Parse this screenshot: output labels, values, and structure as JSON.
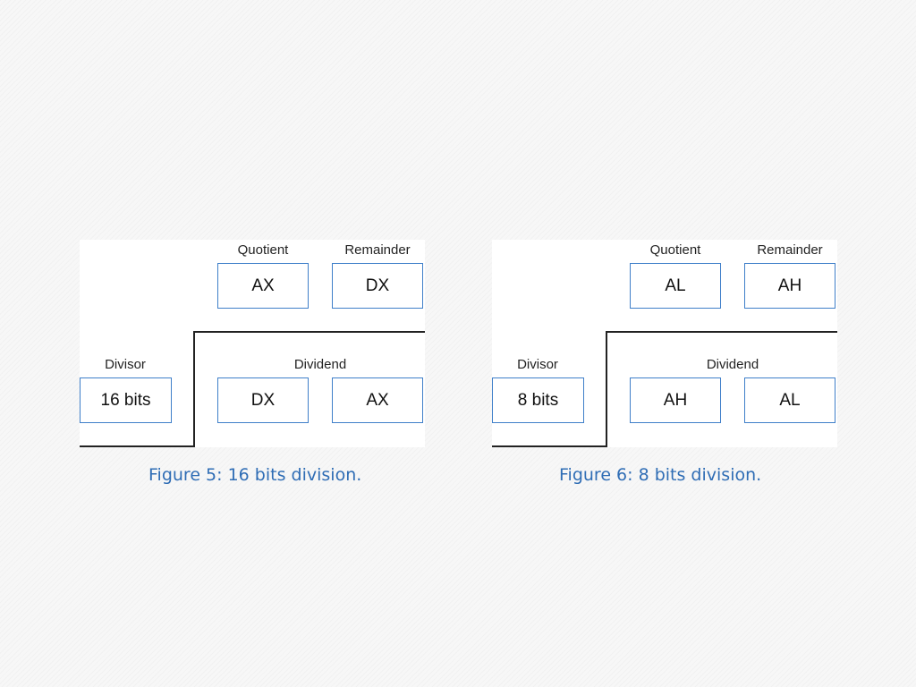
{
  "figures": [
    {
      "labels": {
        "quotient": "Quotient",
        "remainder": "Remainder",
        "divisor": "Divisor",
        "dividend": "Dividend"
      },
      "quotient_register": "AX",
      "remainder_register": "DX",
      "divisor_value": "16 bits",
      "dividend_high": "DX",
      "dividend_low": "AX",
      "caption": "Figure 5: 16 bits division."
    },
    {
      "labels": {
        "quotient": "Quotient",
        "remainder": "Remainder",
        "divisor": "Divisor",
        "dividend": "Dividend"
      },
      "quotient_register": "AL",
      "remainder_register": "AH",
      "divisor_value": "8 bits",
      "dividend_high": "AH",
      "dividend_low": "AL",
      "caption": "Figure 6: 8 bits division."
    }
  ],
  "colors": {
    "box_border": "#3f7fc9",
    "caption": "#2f6db5",
    "line": "#222222"
  }
}
